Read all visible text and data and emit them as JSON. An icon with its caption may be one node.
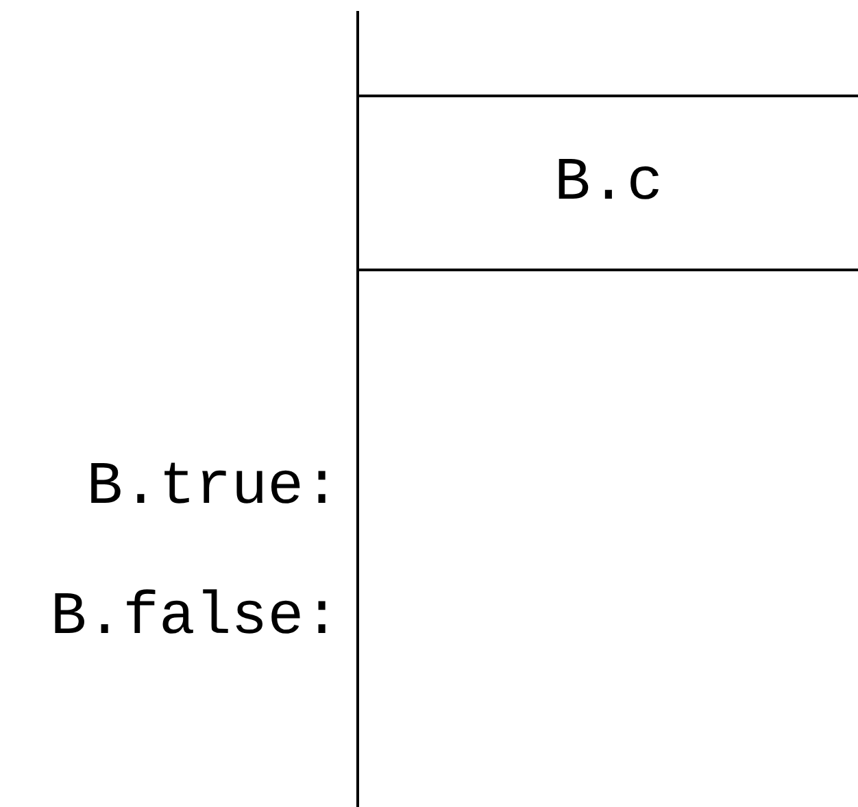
{
  "diagram": {
    "nodes": [
      {
        "text": [
          "B.c"
        ]
      }
    ],
    "labels": [
      "B.true:",
      "B.false:"
    ]
  }
}
